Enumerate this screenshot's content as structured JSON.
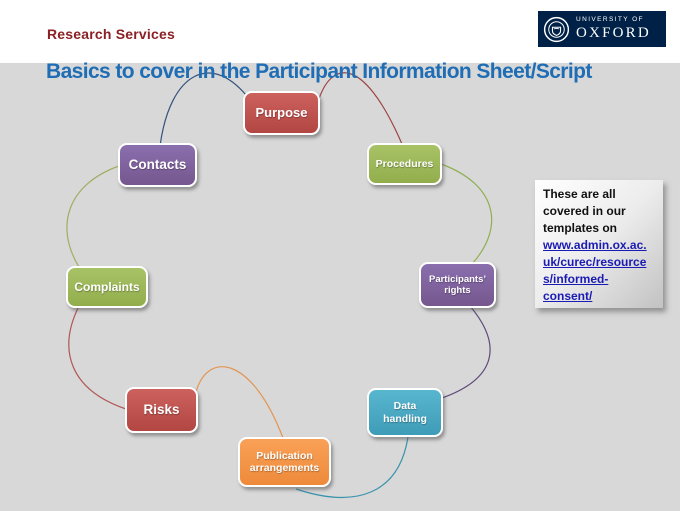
{
  "slide": {
    "eyebrow": "Research Services",
    "title": "Basics to cover in the Participant Information Sheet/Script"
  },
  "logo": {
    "line1": "UNIVERSITY OF",
    "line2": "OXFORD"
  },
  "diagram": {
    "type": "cycle",
    "nodes": [
      {
        "id": "purpose",
        "label": "Purpose",
        "color": "red"
      },
      {
        "id": "procedures",
        "label": "Procedures",
        "color": "green"
      },
      {
        "id": "participants-rights",
        "label": "Participants’ rights",
        "color": "purple"
      },
      {
        "id": "data-handling",
        "label": "Data handling",
        "color": "teal"
      },
      {
        "id": "publication-arrangements",
        "label": "Publication arrangements",
        "color": "orange"
      },
      {
        "id": "risks",
        "label": "Risks",
        "color": "red"
      },
      {
        "id": "complaints",
        "label": "Complaints",
        "color": "green"
      },
      {
        "id": "contacts",
        "label": "Contacts",
        "color": "purple"
      }
    ]
  },
  "note": {
    "text": "These are all covered in our templates on",
    "link_lines": [
      "www.admin.ox.ac.",
      "uk/curec/resource",
      "s/informed-",
      "consent/"
    ],
    "link_full": "www.admin.ox.ac.uk/curec/resources/informed-consent/"
  },
  "colors": {
    "background": "#d8d8d8",
    "title_blue": "#1f6db5",
    "eyebrow_maroon": "#8b2025",
    "oxford_navy": "#002147",
    "node_red": "#c0504d",
    "node_green": "#9bbb59",
    "node_purple": "#8064a2",
    "node_teal": "#4bacc6",
    "node_orange": "#f79646",
    "link_blue": "#1a1ab4"
  }
}
